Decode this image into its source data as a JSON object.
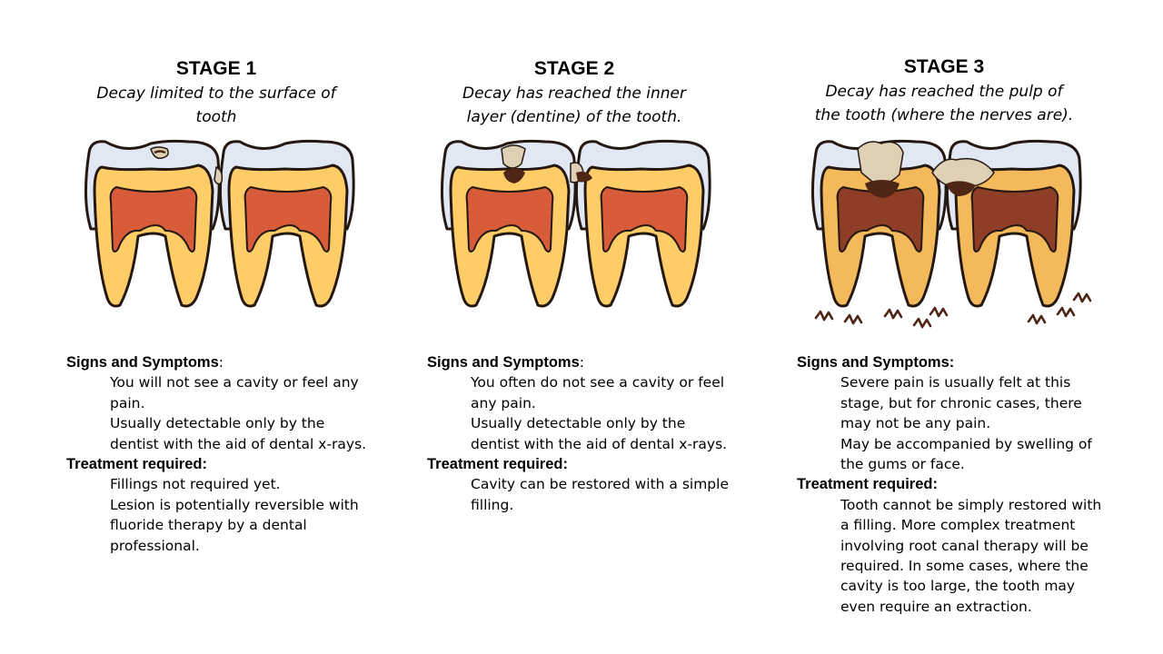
{
  "colors": {
    "enamel": "#e2e7f4",
    "dentine": "#fecd67",
    "dentine_decayed": "#f3b95a",
    "pulp": "#d85b3a",
    "pulp_infected": "#8e3d26",
    "decay": "#4f2616",
    "debris": "#ddd0b4",
    "outline": "#241812"
  },
  "stages": [
    {
      "title": "STAGE 1",
      "subtitle": [
        "Decay limited to the surface of",
        "tooth"
      ],
      "signs_heading": "Signs and Symptoms",
      "signs_colon": ":",
      "signs": [
        [
          "You will not see a cavity or feel any",
          "pain."
        ],
        [
          "Usually detectable only by the",
          "dentist with the aid of dental x-rays."
        ]
      ],
      "treatment_heading": "Treatment required:",
      "treatment": [
        [
          "Fillings not required yet."
        ],
        [
          "Lesion is potentially reversible with",
          "fluoride therapy by a dental",
          "professional."
        ]
      ]
    },
    {
      "title": "STAGE 2",
      "subtitle": [
        "Decay has reached the inner",
        "layer (dentine) of the tooth."
      ],
      "signs_heading": "Signs and Symptoms",
      "signs_colon": ":",
      "signs": [
        [
          "You often do not see a cavity or feel",
          "any pain."
        ],
        [
          "Usually detectable only by the",
          "dentist with the aid of dental x-rays."
        ]
      ],
      "treatment_heading": "Treatment required:",
      "treatment": [
        [
          "Cavity can be restored with a simple",
          "filling."
        ]
      ]
    },
    {
      "title": "STAGE 3",
      "subtitle": [
        "Decay has reached the pulp of",
        "the tooth (where the nerves are)."
      ],
      "signs_heading": "Signs and Symptoms:",
      "signs_colon": "",
      "signs": [
        [
          "Severe pain is usually felt at this",
          "stage, but for chronic cases, there",
          "may not be any pain."
        ],
        [
          "May be accompanied by swelling of",
          "the gums or face."
        ]
      ],
      "treatment_heading": "Treatment required:",
      "treatment": [
        [
          "Tooth cannot be simply restored with",
          "a filling. More complex treatment",
          "involving root canal therapy will be",
          "required.  In some cases, where the",
          "cavity is too large, the tooth may",
          "even require an extraction."
        ]
      ]
    }
  ]
}
